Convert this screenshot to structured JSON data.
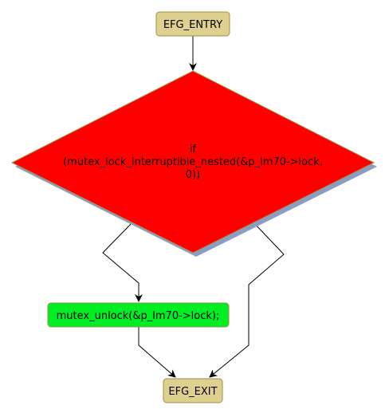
{
  "diagram": {
    "nodes": {
      "entry": {
        "label": "EFG_ENTRY",
        "fill": "#ded08f",
        "stroke": "#a08f45"
      },
      "decision": {
        "lines": [
          "if",
          "(mutex_lock_interruptible_nested(&p_lm70->lock,",
          "0))"
        ],
        "fill": "#ff0000",
        "stroke": "#a08f45",
        "shadow": "#8b9dc3"
      },
      "unlock": {
        "label": "mutex_unlock(&p_lm70->lock);",
        "fill": "#00ee22",
        "stroke": "#a08f45"
      },
      "exit": {
        "label": "EFG_EXIT",
        "fill": "#ded08f",
        "stroke": "#a08f45"
      }
    },
    "edges": [
      {
        "from": "entry",
        "to": "decision"
      },
      {
        "from": "decision",
        "to": "unlock"
      },
      {
        "from": "decision",
        "to": "exit"
      },
      {
        "from": "unlock",
        "to": "exit"
      }
    ]
  }
}
